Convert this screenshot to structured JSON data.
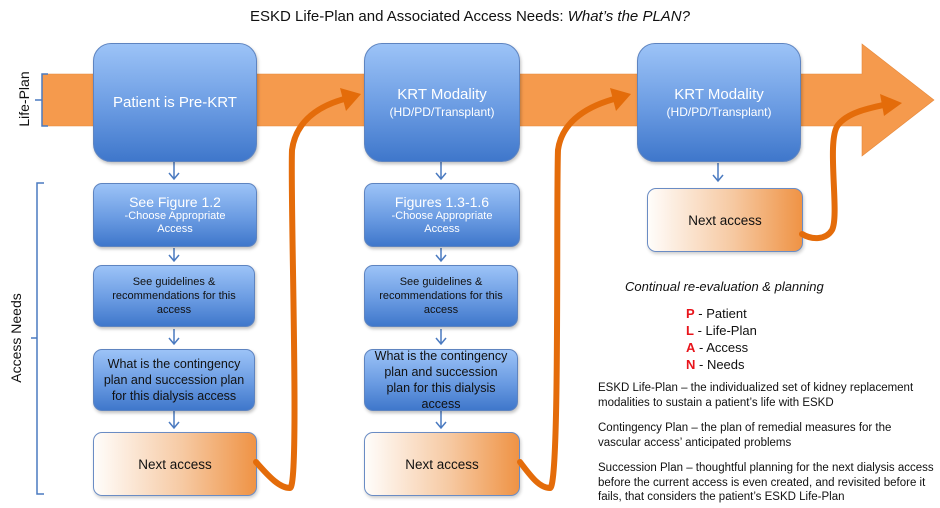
{
  "title": {
    "main": "ESKD Life-Plan and Associated Access Needs: ",
    "emphasis": "What’s the PLAN?"
  },
  "side_labels": {
    "life_plan": "Life-Plan",
    "access_needs": "Access Needs"
  },
  "colors": {
    "timeline_arrow": "#f59a4d",
    "curved_arrow": "#e46c0a",
    "box_blue_top": "#9cc3f7",
    "box_blue_bottom": "#3f77cb",
    "bracket": "#4a7ac0",
    "plan_letter": "#e8141b"
  },
  "columns": [
    {
      "stage": {
        "main": "Patient is Pre-KRT",
        "sub": ""
      },
      "steps": [
        {
          "main": "See Figure 1.2",
          "sub": "-Choose Appropriate Access"
        },
        {
          "text": "See guidelines & recommendations for this access"
        },
        {
          "text": "What is the contingency plan and succession plan for this dialysis access"
        }
      ],
      "next": "Next access"
    },
    {
      "stage": {
        "main": "KRT Modality",
        "sub": "(HD/PD/Transplant)"
      },
      "steps": [
        {
          "main": "Figures 1.3-1.6",
          "sub": "-Choose Appropriate Access"
        },
        {
          "text": "See guidelines & recommendations for this access"
        },
        {
          "text": "What is the contingency plan and succession plan for this dialysis access"
        }
      ],
      "next": "Next access"
    },
    {
      "stage": {
        "main": "KRT Modality",
        "sub": "(HD/PD/Transplant)"
      },
      "next": "Next access"
    }
  ],
  "reevaluation": {
    "heading": "Continual re-evaluation & planning",
    "items": [
      {
        "letter": "P",
        "text": " - Patient"
      },
      {
        "letter": "L",
        "text": " - Life-Plan"
      },
      {
        "letter": "A",
        "text": " - Access"
      },
      {
        "letter": "N",
        "text": " - Needs"
      }
    ]
  },
  "definitions": [
    {
      "text": "ESKD Life-Plan – the individualized set of kidney replacement modalities to sustain a patient’s life with ESKD"
    },
    {
      "text": "Contingency Plan – the plan of remedial measures for the vascular access’ anticipated problems"
    },
    {
      "text": "Succession Plan – thoughtful planning for the next dialysis access before the current access is even created, and revisited before it fails, that considers the patient’s ESKD Life-Plan"
    }
  ]
}
